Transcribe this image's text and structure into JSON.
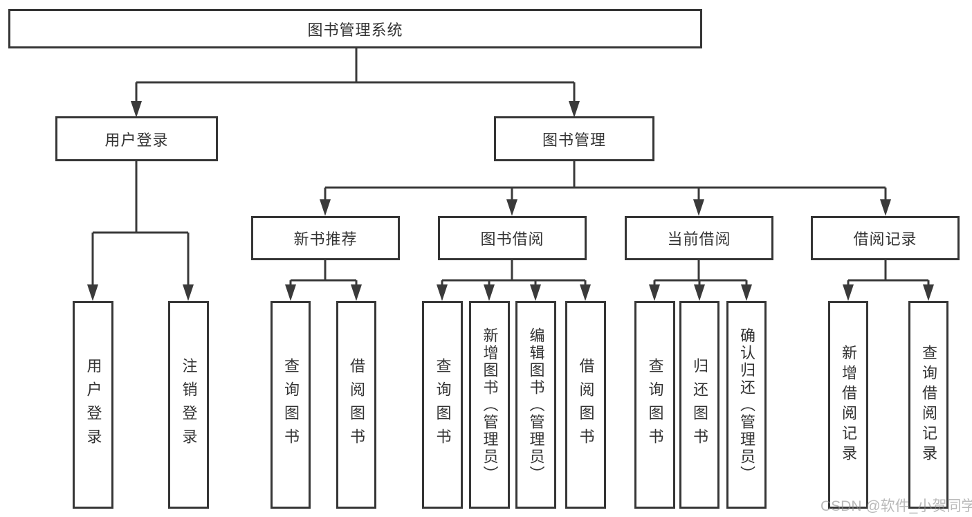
{
  "diagram": {
    "type": "hierarchy-tree",
    "title": "图书管理系统",
    "colors": {
      "line": "#3a3a3a",
      "box_border": "#363636",
      "text": "#333333",
      "background": "#ffffff",
      "watermark": "#8c8c8c"
    },
    "nodes": {
      "root": {
        "label": "图书管理系统"
      },
      "level1": [
        {
          "label": "用户登录"
        },
        {
          "label": "图书管理"
        }
      ],
      "level2": [
        {
          "label": "新书推荐",
          "parent": "图书管理"
        },
        {
          "label": "图书借阅",
          "parent": "图书管理"
        },
        {
          "label": "当前借阅",
          "parent": "图书管理"
        },
        {
          "label": "借阅记录",
          "parent": "图书管理"
        }
      ],
      "leaves": [
        {
          "label": "用户登录",
          "parent": "用户登录"
        },
        {
          "label": "注销登录",
          "parent": "用户登录"
        },
        {
          "label": "查询图书",
          "parent": "新书推荐"
        },
        {
          "label": "借阅图书",
          "parent": "新书推荐"
        },
        {
          "label": "查询图书",
          "parent": "图书借阅"
        },
        {
          "label": "新增图书（管理员）",
          "parent": "图书借阅"
        },
        {
          "label": "编辑图书（管理员）",
          "parent": "图书借阅"
        },
        {
          "label": "借阅图书",
          "parent": "图书借阅"
        },
        {
          "label": "查询图书",
          "parent": "当前借阅"
        },
        {
          "label": "归还图书",
          "parent": "当前借阅"
        },
        {
          "label": "确认归还（管理员）",
          "parent": "当前借阅"
        },
        {
          "label": "新增借阅记录",
          "parent": "借阅记录"
        },
        {
          "label": "查询借阅记录",
          "parent": "借阅记录"
        }
      ]
    },
    "watermark": {
      "text": "CSDN @软件_小贺同学"
    }
  }
}
